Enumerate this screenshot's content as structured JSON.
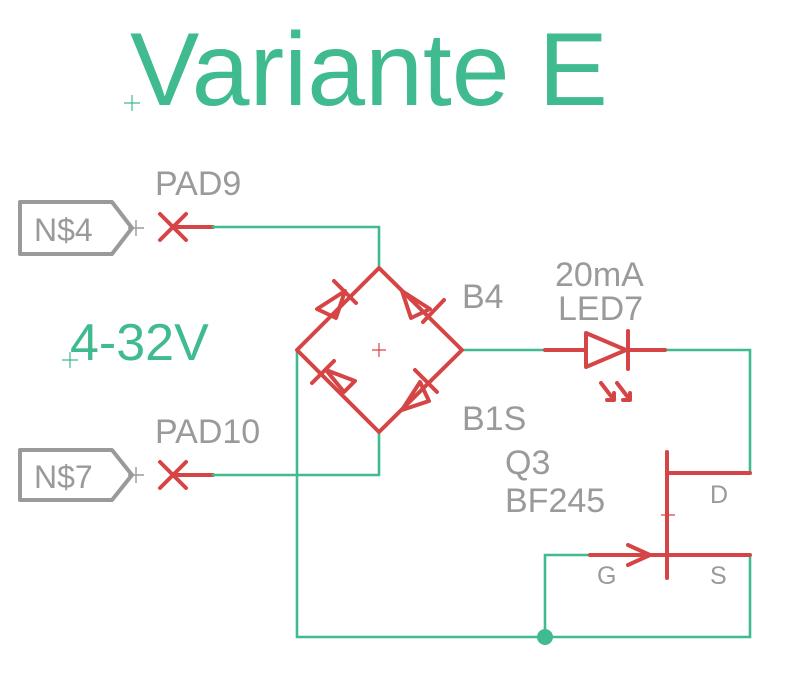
{
  "title": "Variante E",
  "voltage": "4-32V",
  "pads": [
    {
      "name": "PAD9",
      "net": "N$4"
    },
    {
      "name": "PAD10",
      "net": "N$7"
    }
  ],
  "bridge": {
    "name": "B4",
    "value": "B1S"
  },
  "led": {
    "value": "20mA",
    "name": "LED7"
  },
  "transistor": {
    "name": "Q3",
    "value": "BF245",
    "pins": {
      "drain": "D",
      "gate": "G",
      "source": "S"
    }
  },
  "colors": {
    "wire": "#3fbb8f",
    "part": "#d64545",
    "label": "#9a9a9a",
    "background": "#ffffff"
  }
}
